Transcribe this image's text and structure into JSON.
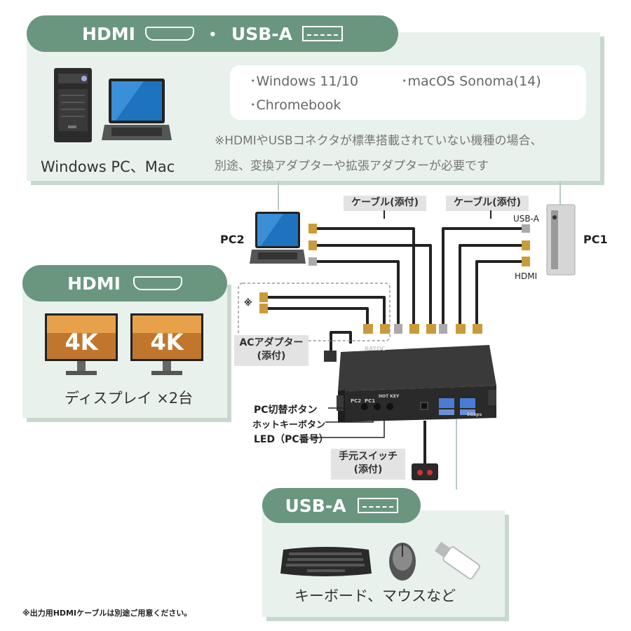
{
  "top_panel": {
    "title_hdmi": "HDMI",
    "separator": "・",
    "title_usb": "USB-A",
    "os_1": "･Windows 11/10",
    "os_2": "･macOS Sonoma(14)",
    "os_3": "･Chromebook",
    "note_1": "※HDMIやUSBコネクタが標準搭載されていない機種の場合、",
    "note_2": "別途、変換アダプターや拡張アダプターが必要です",
    "caption": "Windows PC、Mac"
  },
  "left_panel": {
    "title": "HDMI",
    "monitor_text": "4K",
    "caption": "ディスプレイ ×2台"
  },
  "bottom_panel": {
    "title": "USB-A",
    "caption": "キーボード、マウスなど"
  },
  "labels": {
    "cable_1": "ケーブル(添付)",
    "cable_2": "ケーブル(添付)",
    "pc2": "PC2",
    "pc1": "PC1",
    "usb_a": "USB-A",
    "hdmi": "HDMI",
    "note_mark": "※",
    "ac_adapter_1": "ACアダプター",
    "ac_adapter_2": "(添付)",
    "pc_switch": "PC切替ボタン",
    "hotkey": "ホットキーボタン",
    "led": "LED（PC番号）",
    "hand_switch_1": "手元スイッチ",
    "hand_switch_2": "(添付)"
  },
  "device": {
    "brand": "RATOC",
    "port_pc2": "PC2",
    "port_pc1": "PC1",
    "hotkey_label": "HOT KEY",
    "speed": "5Gbps"
  },
  "footnote": "※出力用HDMIケーブルは別途ご用意ください。"
}
